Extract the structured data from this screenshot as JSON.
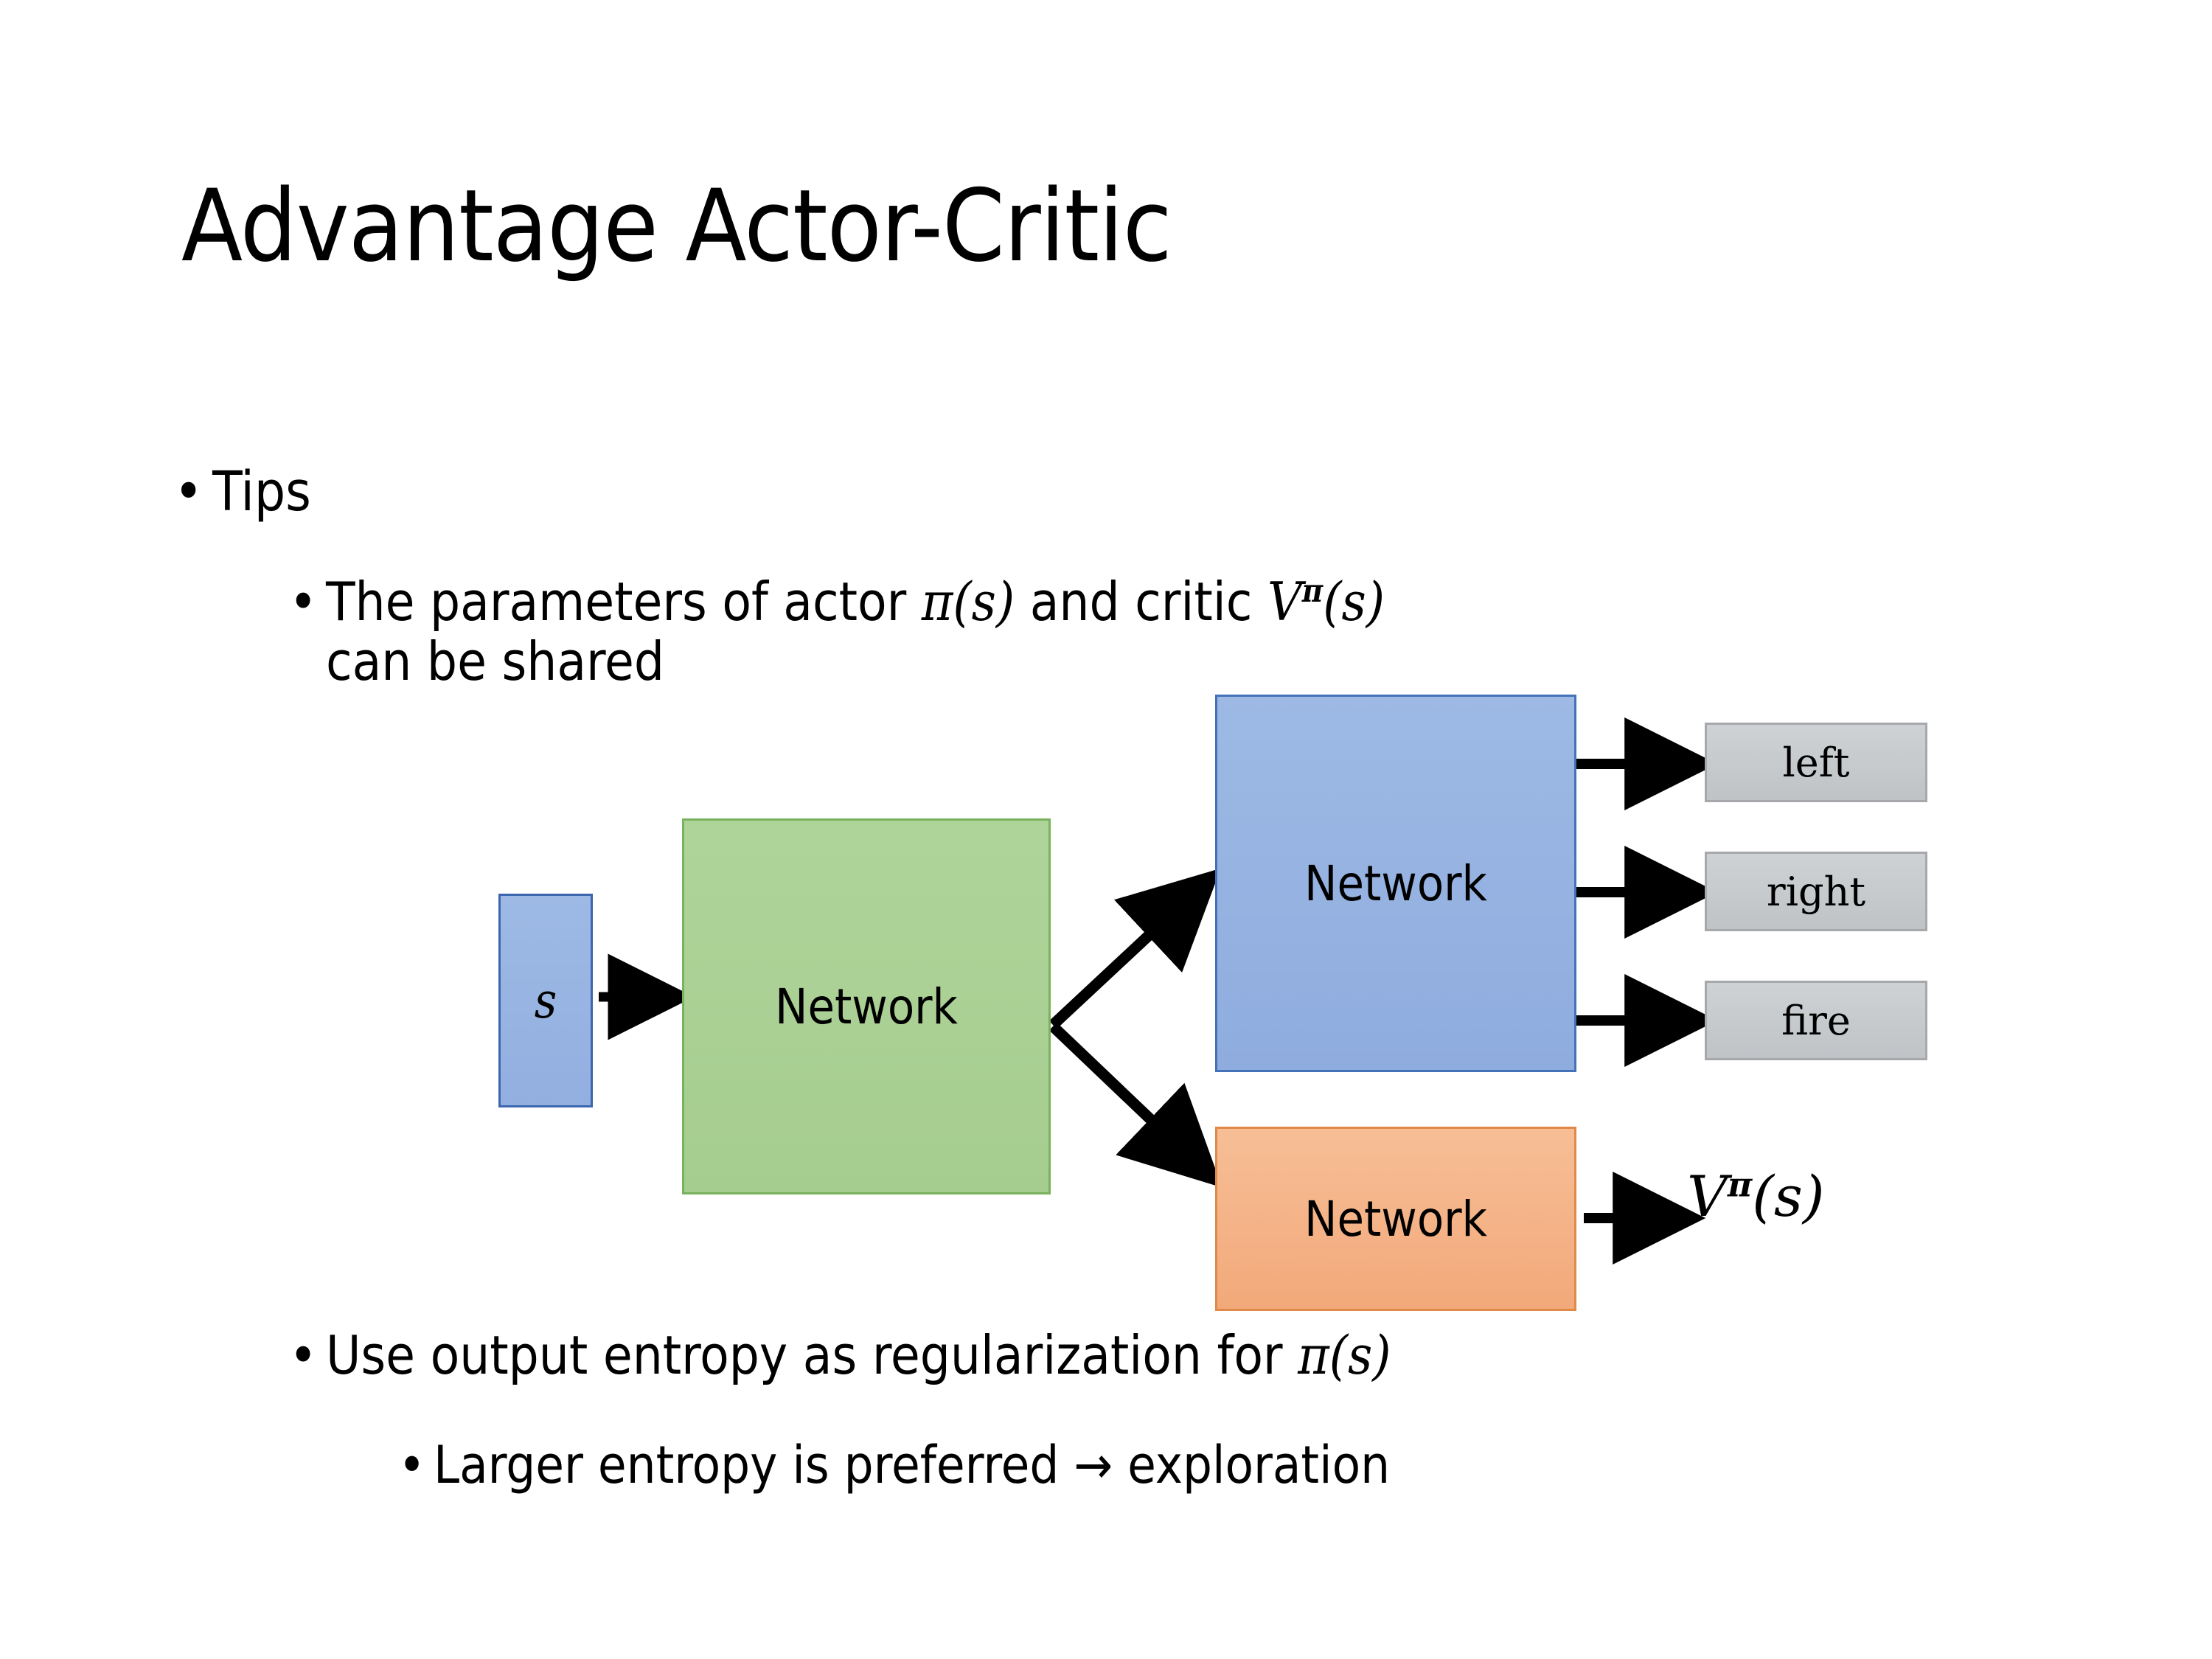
{
  "slide": {
    "title": "Advantage Actor-Critic",
    "background_color": "#FFFFFF"
  },
  "bullets": {
    "tips": {
      "marker": "•",
      "text": "Tips"
    },
    "shared_params": {
      "marker": "•",
      "text_before_pi": "The parameters of actor ",
      "pi_symbol": "π",
      "pi_args": "(s)",
      "text_middle": "  and critic ",
      "v_symbol": "V",
      "v_superscript": "π",
      "v_args": "(s)",
      "text_after": "can be shared"
    },
    "entropy": {
      "marker": "•",
      "text_before_pi": "Use output entropy as regularization for ",
      "pi_symbol": "π",
      "pi_args": "(s)"
    },
    "larger_entropy": {
      "marker": "•",
      "text": "Larger entropy is preferred → exploration"
    }
  },
  "diagram": {
    "state_node": {
      "label": "s",
      "fill_color": "#95B3E0",
      "border_color": "#3C66B0"
    },
    "shared_network": {
      "label": "Network",
      "fill_color": "#A9D18E",
      "border_color": "#79B25C"
    },
    "actor_network": {
      "label": "Network",
      "fill_color": "#96B3E2",
      "border_color": "#4472B8"
    },
    "critic_network": {
      "label": "Network",
      "fill_color": "#F4B183",
      "border_color": "#E08A4A"
    },
    "actions": [
      {
        "label": "left",
        "fill_color": "#C6C9CC",
        "border_color": "#A6A8AB"
      },
      {
        "label": "right",
        "fill_color": "#C6C9CC",
        "border_color": "#A6A8AB"
      },
      {
        "label": "fire",
        "fill_color": "#C6C9CC",
        "border_color": "#A6A8AB"
      }
    ],
    "value_output": {
      "symbol": "V",
      "superscript": "π",
      "args": "(s)"
    },
    "arrow_color": "#000000"
  }
}
